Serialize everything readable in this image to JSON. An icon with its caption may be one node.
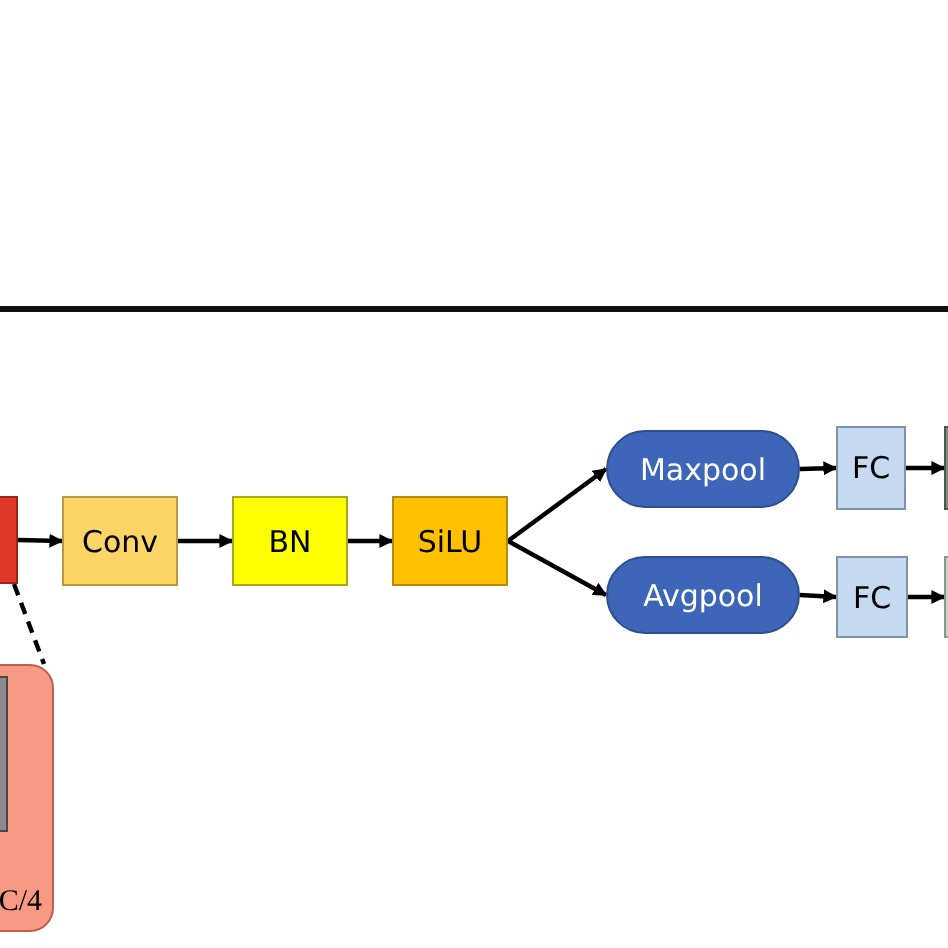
{
  "diagram": {
    "nodes": [
      {
        "text": [],
        "shape": "box"
      },
      {
        "text": [
          "Conv"
        ]
      },
      {
        "text": [
          "BN"
        ]
      },
      {
        "text": [
          "SiLU"
        ]
      },
      {
        "text": [
          "Maxpool"
        ]
      },
      {
        "text": [
          "Avgpool"
        ]
      },
      {
        "text": [
          "FC"
        ]
      },
      {
        "text": [
          "FC"
        ]
      },
      {
        "text": [],
        "shape": "box"
      },
      {
        "text": [],
        "shape": "box"
      },
      {
        "text": [
          "C/4"
        ]
      },
      {
        "text": [],
        "shape": "box",
        "in": 10
      }
    ],
    "edges": [
      {
        "from": 0,
        "to": 1,
        "arrow": "to"
      },
      {
        "from": 1,
        "to": 2,
        "arrow": "to"
      },
      {
        "from": 2,
        "to": 3,
        "arrow": "to"
      },
      {
        "from": 3,
        "to": 4,
        "arrow": "to"
      },
      {
        "from": 3,
        "to": 5,
        "arrow": "to"
      },
      {
        "from": 4,
        "to": 6,
        "arrow": "to"
      },
      {
        "from": 5,
        "to": 7,
        "arrow": "to"
      },
      {
        "from": 6,
        "to": 8,
        "arrow": "to"
      },
      {
        "from": 7,
        "to": 9,
        "arrow": "to"
      },
      {
        "from": 0,
        "to": 10,
        "arrow": "none",
        "style": "dashed"
      }
    ]
  }
}
